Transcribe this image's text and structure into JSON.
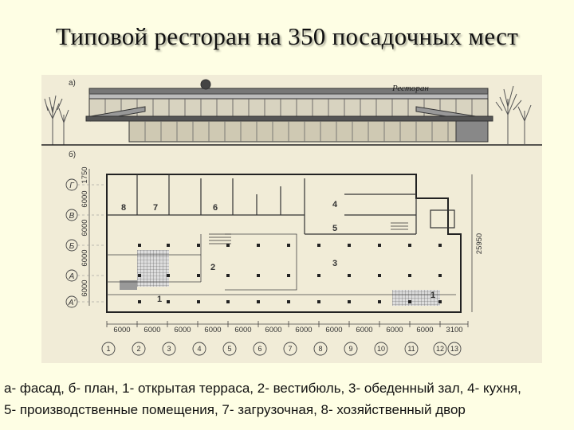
{
  "title": "Типовой ресторан на 350 посадочных мест",
  "figure": {
    "facade_tag": "а)",
    "plan_tag": "б)",
    "sign_text": "Ресторан",
    "dims_bottom": [
      "6000",
      "6000",
      "6000",
      "6000",
      "6000",
      "6000",
      "6000",
      "6000",
      "6000",
      "6000",
      "6000",
      "3100"
    ],
    "dims_left": [
      "1750",
      "6000",
      "6000",
      "6000",
      "6000"
    ],
    "dim_total_right": "25950",
    "row_axes": [
      "Г",
      "В",
      "Б",
      "А",
      "А'"
    ],
    "col_axes": [
      "1",
      "2",
      "3",
      "4",
      "5",
      "6",
      "7",
      "8",
      "9",
      "10",
      "11",
      "12",
      "13"
    ],
    "room_labels": {
      "r1a": "1",
      "r1b": "1",
      "r2": "2",
      "r3": "3",
      "r4": "4",
      "r5": "5",
      "r6": "6",
      "r7": "7",
      "r8": "8"
    }
  },
  "caption": {
    "line1": "а- фасад, б- план, 1- открытая терраса, 2- вестибюль, 3- обеденный зал, 4- кухня,",
    "line2": "5- производственные помещения, 7- загрузочная, 8- хозяйственный двор"
  }
}
